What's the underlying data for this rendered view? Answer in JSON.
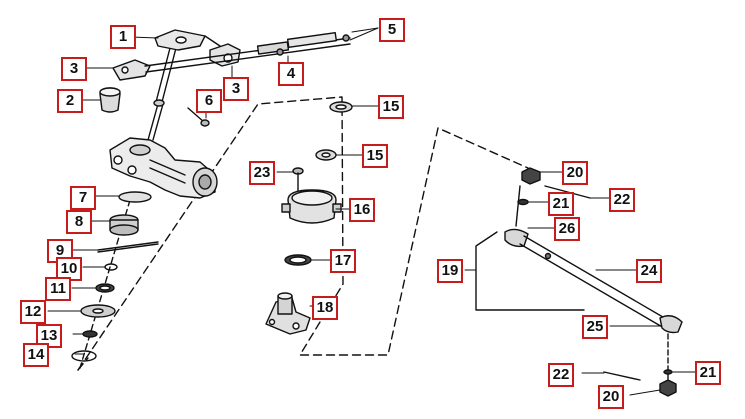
{
  "callouts": [
    {
      "id": "c1",
      "text": "1"
    },
    {
      "id": "c2",
      "text": "2"
    },
    {
      "id": "c3a",
      "text": "3"
    },
    {
      "id": "c3b",
      "text": "3"
    },
    {
      "id": "c4",
      "text": "4"
    },
    {
      "id": "c5",
      "text": "5"
    },
    {
      "id": "c6",
      "text": "6"
    },
    {
      "id": "c7",
      "text": "7"
    },
    {
      "id": "c8",
      "text": "8"
    },
    {
      "id": "c9",
      "text": "9"
    },
    {
      "id": "c10",
      "text": "10"
    },
    {
      "id": "c11",
      "text": "11"
    },
    {
      "id": "c12",
      "text": "12"
    },
    {
      "id": "c13",
      "text": "13"
    },
    {
      "id": "c14",
      "text": "14"
    },
    {
      "id": "c15a",
      "text": "15"
    },
    {
      "id": "c15b",
      "text": "15"
    },
    {
      "id": "c16",
      "text": "16"
    },
    {
      "id": "c17",
      "text": "17"
    },
    {
      "id": "c18",
      "text": "18"
    },
    {
      "id": "c19",
      "text": "19"
    },
    {
      "id": "c20a",
      "text": "20"
    },
    {
      "id": "c20b",
      "text": "20"
    },
    {
      "id": "c21a",
      "text": "21"
    },
    {
      "id": "c21b",
      "text": "21"
    },
    {
      "id": "c22a",
      "text": "22"
    },
    {
      "id": "c22b",
      "text": "22"
    },
    {
      "id": "c23",
      "text": "23"
    },
    {
      "id": "c24",
      "text": "24"
    },
    {
      "id": "c25",
      "text": "25"
    },
    {
      "id": "c26",
      "text": "26"
    }
  ]
}
